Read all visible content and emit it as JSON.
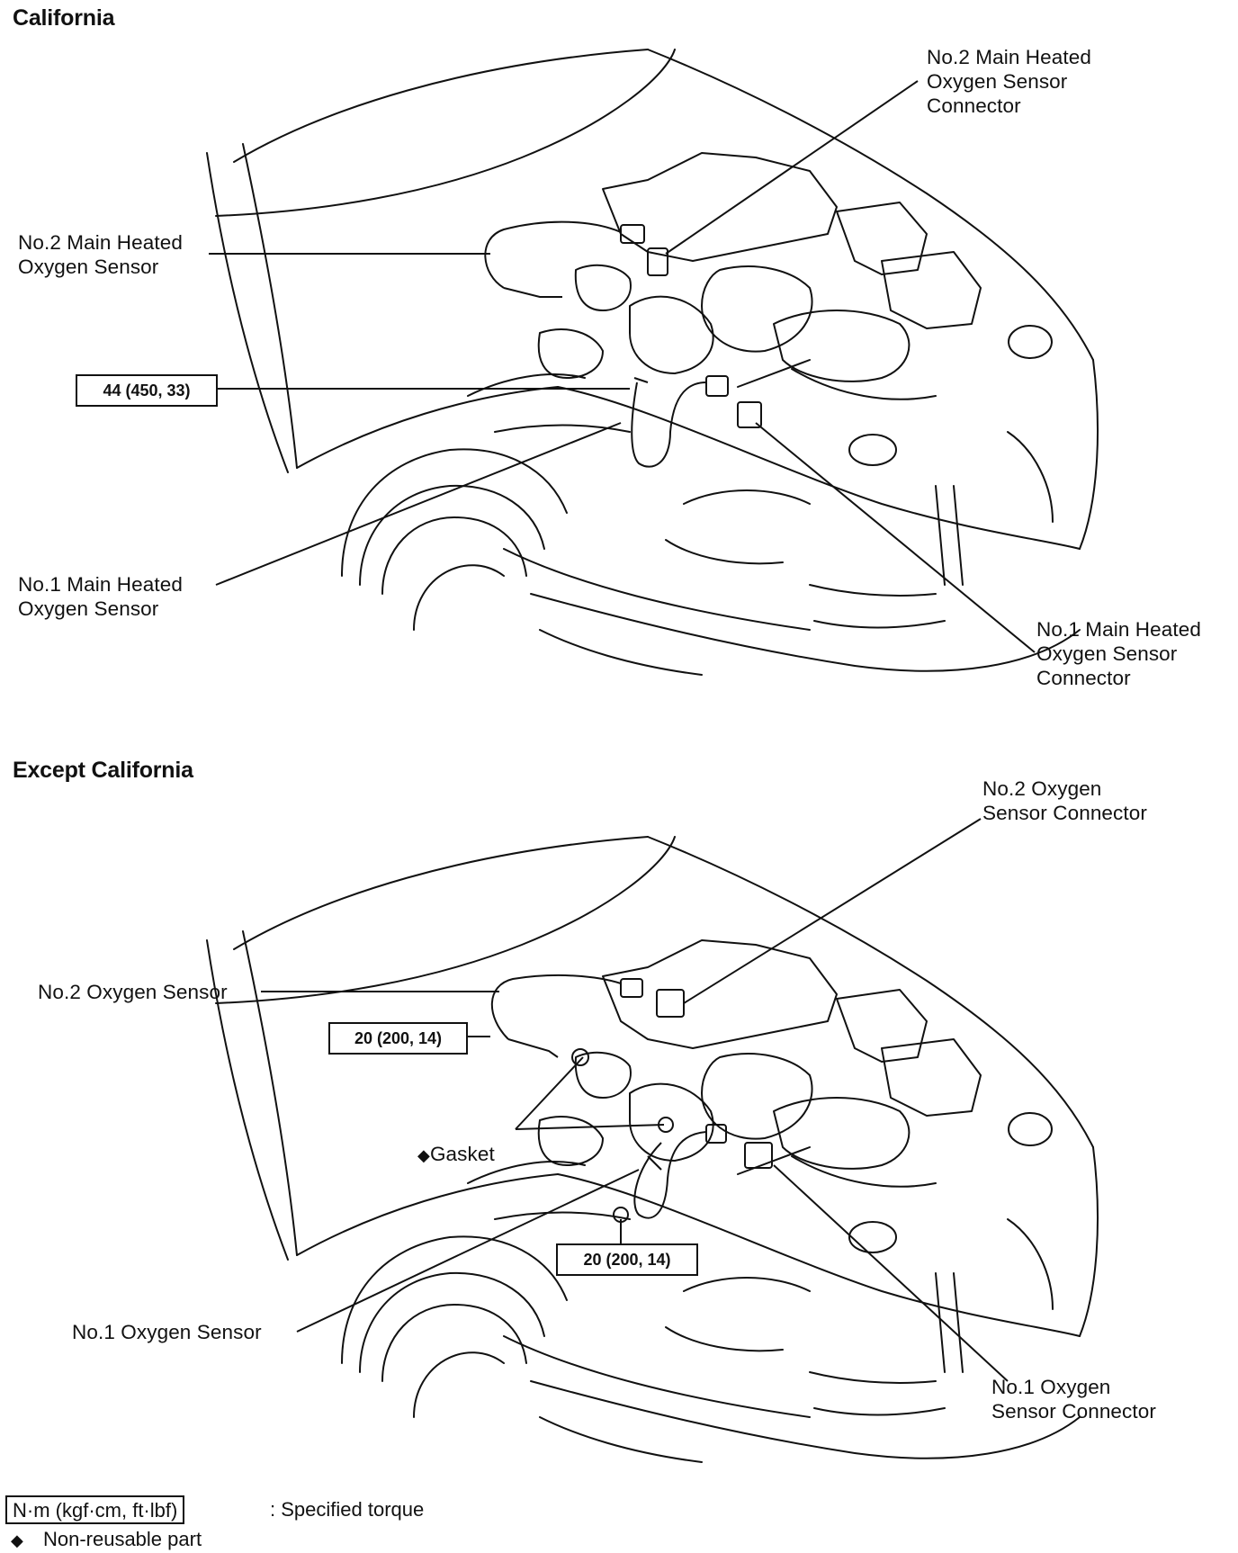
{
  "california": {
    "title": "California",
    "labels": {
      "no2_connector": "No.2 Main Heated\nOxygen Sensor\nConnector",
      "no2_sensor": "No.2 Main Heated\nOxygen Sensor",
      "no1_sensor": "No.1 Main Heated\nOxygen Sensor",
      "no1_connector": "No.1 Main Heated\nOxygen Sensor\nConnector"
    },
    "torque": "44 (450, 33)"
  },
  "except_california": {
    "title": "Except California",
    "labels": {
      "no2_connector": "No.2 Oxygen\nSensor Connector",
      "no2_sensor": "No.2 Oxygen Sensor",
      "gasket": "Gasket",
      "no1_sensor": "No.1 Oxygen Sensor",
      "no1_connector": "No.1 Oxygen\nSensor Connector"
    },
    "torque_upper": "20 (200, 14)",
    "torque_lower": "20 (200, 14)"
  },
  "legend": {
    "torque_unit": "N·m (kgf·cm, ft·lbf)",
    "torque_desc": ":  Specified torque",
    "nonreusable_symbol": "◆",
    "nonreusable_desc": "Non-reusable part"
  },
  "colors": {
    "line": "#111111",
    "background": "#ffffff"
  }
}
